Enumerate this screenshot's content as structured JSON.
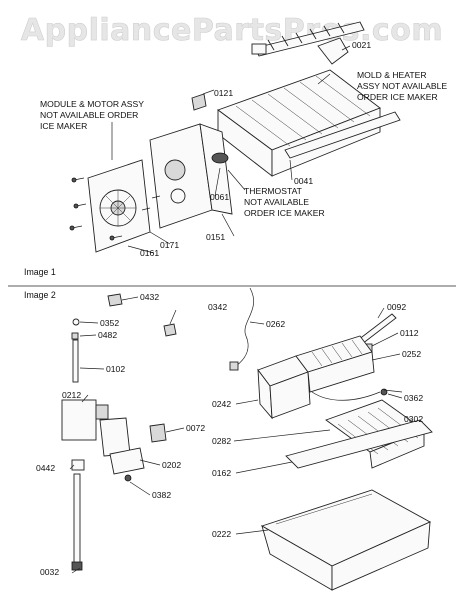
{
  "watermark": "AppliancePartsPros.com",
  "sections": {
    "image1": "Image 1",
    "image2": "Image 2"
  },
  "notes": {
    "module": [
      "MODULE & MOTOR ASSY",
      "NOT AVAILABLE ORDER",
      "ICE MAKER"
    ],
    "mold": [
      "MOLD & HEATER",
      "ASSY NOT AVAILABLE",
      "ORDER ICE MAKER"
    ],
    "thermostat": [
      "THERMOSTAT",
      "NOT AVAILABLE",
      "ORDER ICE MAKER"
    ]
  },
  "image1_parts": [
    "0021",
    "0121",
    "0041",
    "0061",
    "0151",
    "0171",
    "0161"
  ],
  "image2_parts": [
    "0432",
    "0352",
    "0482",
    "0102",
    "0212",
    "0442",
    "0032",
    "0342",
    "0262",
    "0092",
    "0112",
    "0252",
    "0362",
    "0242",
    "0302",
    "0072",
    "0202",
    "0382",
    "0282",
    "0162",
    "0222"
  ]
}
